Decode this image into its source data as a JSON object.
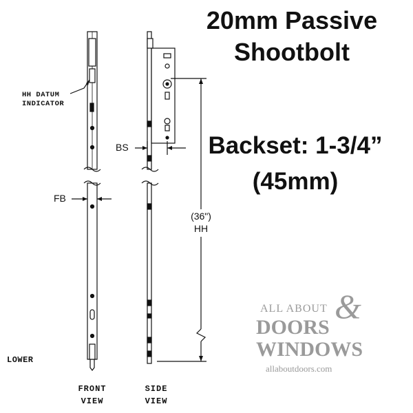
{
  "title": {
    "line1": "20mm Passive",
    "line2": "Shootbolt"
  },
  "backset": {
    "line1": "Backset: 1-3/4”",
    "line2": "(45mm)"
  },
  "labels": {
    "datum_line1": "HH DATUM",
    "datum_line2": "INDICATOR",
    "bs": "BS",
    "fb": "FB",
    "hh_value": "(36\")",
    "hh": "HH",
    "lower": "LOWER",
    "front_view_line1": "FRONT",
    "front_view_line2": "VIEW",
    "side_view_line1": "SIDE",
    "side_view_line2": "VIEW"
  },
  "watermark": {
    "line1": "ALL ABOUT",
    "ampersand": "&",
    "line2": "DOORS",
    "line3": "WINDOWS",
    "url": "allaboutdoors.com"
  },
  "colors": {
    "ink": "#111111",
    "watermark": "#9a9a9a"
  }
}
